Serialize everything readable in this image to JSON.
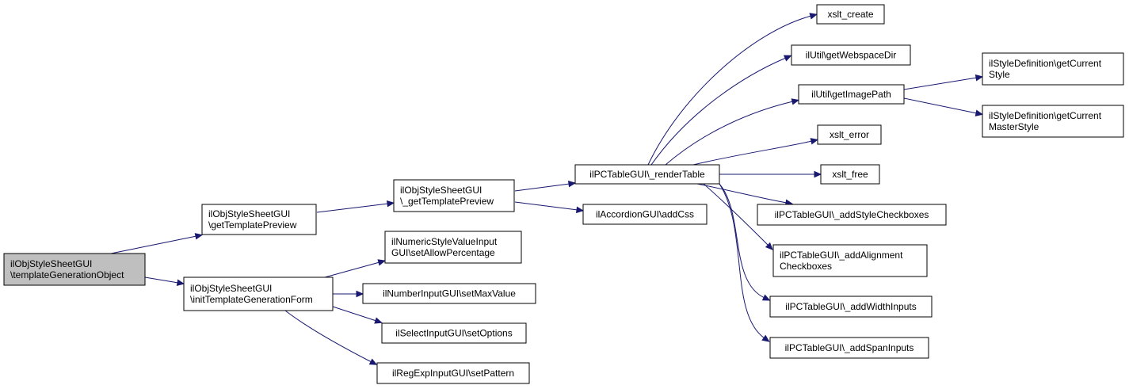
{
  "diagram": {
    "colors": {
      "edge": "#191970",
      "node_fill": "#ffffff",
      "root_fill": "#bfbfbf",
      "node_border": "#000000",
      "text": "#000000"
    },
    "nodes": [
      {
        "id": "root",
        "name": "node-template-generation-object",
        "lines": [
          "ilObjStyleSheetGUI",
          "\\templateGenerationObject"
        ],
        "root": true
      },
      {
        "id": "getTemplatePreview",
        "name": "node-get-template-preview",
        "lines": [
          "ilObjStyleSheetGUI",
          "\\getTemplatePreview"
        ]
      },
      {
        "id": "initTemplateGenerationForm",
        "name": "node-init-template-generation-form",
        "lines": [
          "ilObjStyleSheetGUI",
          "\\initTemplateGenerationForm"
        ]
      },
      {
        "id": "_getTemplatePreview",
        "name": "node-underscore-get-template-preview",
        "lines": [
          "ilObjStyleSheetGUI",
          "\\_getTemplatePreview"
        ]
      },
      {
        "id": "setAllowPercentage",
        "name": "node-set-allow-percentage",
        "lines": [
          "ilNumericStyleValueInput",
          "GUI\\setAllowPercentage"
        ]
      },
      {
        "id": "setMaxValue",
        "name": "node-set-max-value",
        "lines": [
          "ilNumberInputGUI\\setMaxValue"
        ]
      },
      {
        "id": "setOptions",
        "name": "node-set-options",
        "lines": [
          "ilSelectInputGUI\\setOptions"
        ]
      },
      {
        "id": "setPattern",
        "name": "node-set-pattern",
        "lines": [
          "ilRegExpInputGUI\\setPattern"
        ]
      },
      {
        "id": "_renderTable",
        "name": "node-render-table",
        "lines": [
          "ilPCTableGUI\\_renderTable"
        ]
      },
      {
        "id": "addCss",
        "name": "node-add-css",
        "lines": [
          "ilAccordionGUI\\addCss"
        ]
      },
      {
        "id": "xslt_create",
        "name": "node-xslt-create",
        "lines": [
          "xslt_create"
        ]
      },
      {
        "id": "getWebspaceDir",
        "name": "node-get-webspace-dir",
        "lines": [
          "ilUtil\\getWebspaceDir"
        ]
      },
      {
        "id": "getImagePath",
        "name": "node-get-image-path",
        "lines": [
          "ilUtil\\getImagePath"
        ]
      },
      {
        "id": "xslt_error",
        "name": "node-xslt-error",
        "lines": [
          "xslt_error"
        ]
      },
      {
        "id": "xslt_free",
        "name": "node-xslt-free",
        "lines": [
          "xslt_free"
        ]
      },
      {
        "id": "_addStyleCheckboxes",
        "name": "node-add-style-checkboxes",
        "lines": [
          "ilPCTableGUI\\_addStyleCheckboxes"
        ]
      },
      {
        "id": "_addAlignmentCheckboxes",
        "name": "node-add-alignment-checkboxes",
        "lines": [
          "ilPCTableGUI\\_addAlignment",
          "Checkboxes"
        ]
      },
      {
        "id": "_addWidthInputs",
        "name": "node-add-width-inputs",
        "lines": [
          "ilPCTableGUI\\_addWidthInputs"
        ]
      },
      {
        "id": "_addSpanInputs",
        "name": "node-add-span-inputs",
        "lines": [
          "ilPCTableGUI\\_addSpanInputs"
        ]
      },
      {
        "id": "getCurrentStyle",
        "name": "node-get-current-style",
        "lines": [
          "ilStyleDefinition\\getCurrent",
          "Style"
        ]
      },
      {
        "id": "getCurrentMasterStyle",
        "name": "node-get-current-master-style",
        "lines": [
          "ilStyleDefinition\\getCurrent",
          "MasterStyle"
        ]
      }
    ],
    "edges": [
      {
        "from": "root",
        "to": "getTemplatePreview"
      },
      {
        "from": "root",
        "to": "initTemplateGenerationForm"
      },
      {
        "from": "getTemplatePreview",
        "to": "_getTemplatePreview"
      },
      {
        "from": "_getTemplatePreview",
        "to": "_renderTable"
      },
      {
        "from": "_getTemplatePreview",
        "to": "addCss"
      },
      {
        "from": "initTemplateGenerationForm",
        "to": "setAllowPercentage"
      },
      {
        "from": "initTemplateGenerationForm",
        "to": "setMaxValue"
      },
      {
        "from": "initTemplateGenerationForm",
        "to": "setOptions"
      },
      {
        "from": "initTemplateGenerationForm",
        "to": "setPattern"
      },
      {
        "from": "_renderTable",
        "to": "xslt_create"
      },
      {
        "from": "_renderTable",
        "to": "getWebspaceDir"
      },
      {
        "from": "_renderTable",
        "to": "getImagePath"
      },
      {
        "from": "_renderTable",
        "to": "xslt_error"
      },
      {
        "from": "_renderTable",
        "to": "xslt_free"
      },
      {
        "from": "_renderTable",
        "to": "_addStyleCheckboxes"
      },
      {
        "from": "_renderTable",
        "to": "_addAlignmentCheckboxes"
      },
      {
        "from": "_renderTable",
        "to": "_addWidthInputs"
      },
      {
        "from": "_renderTable",
        "to": "_addSpanInputs"
      },
      {
        "from": "getImagePath",
        "to": "getCurrentStyle"
      },
      {
        "from": "getImagePath",
        "to": "getCurrentMasterStyle"
      }
    ]
  }
}
